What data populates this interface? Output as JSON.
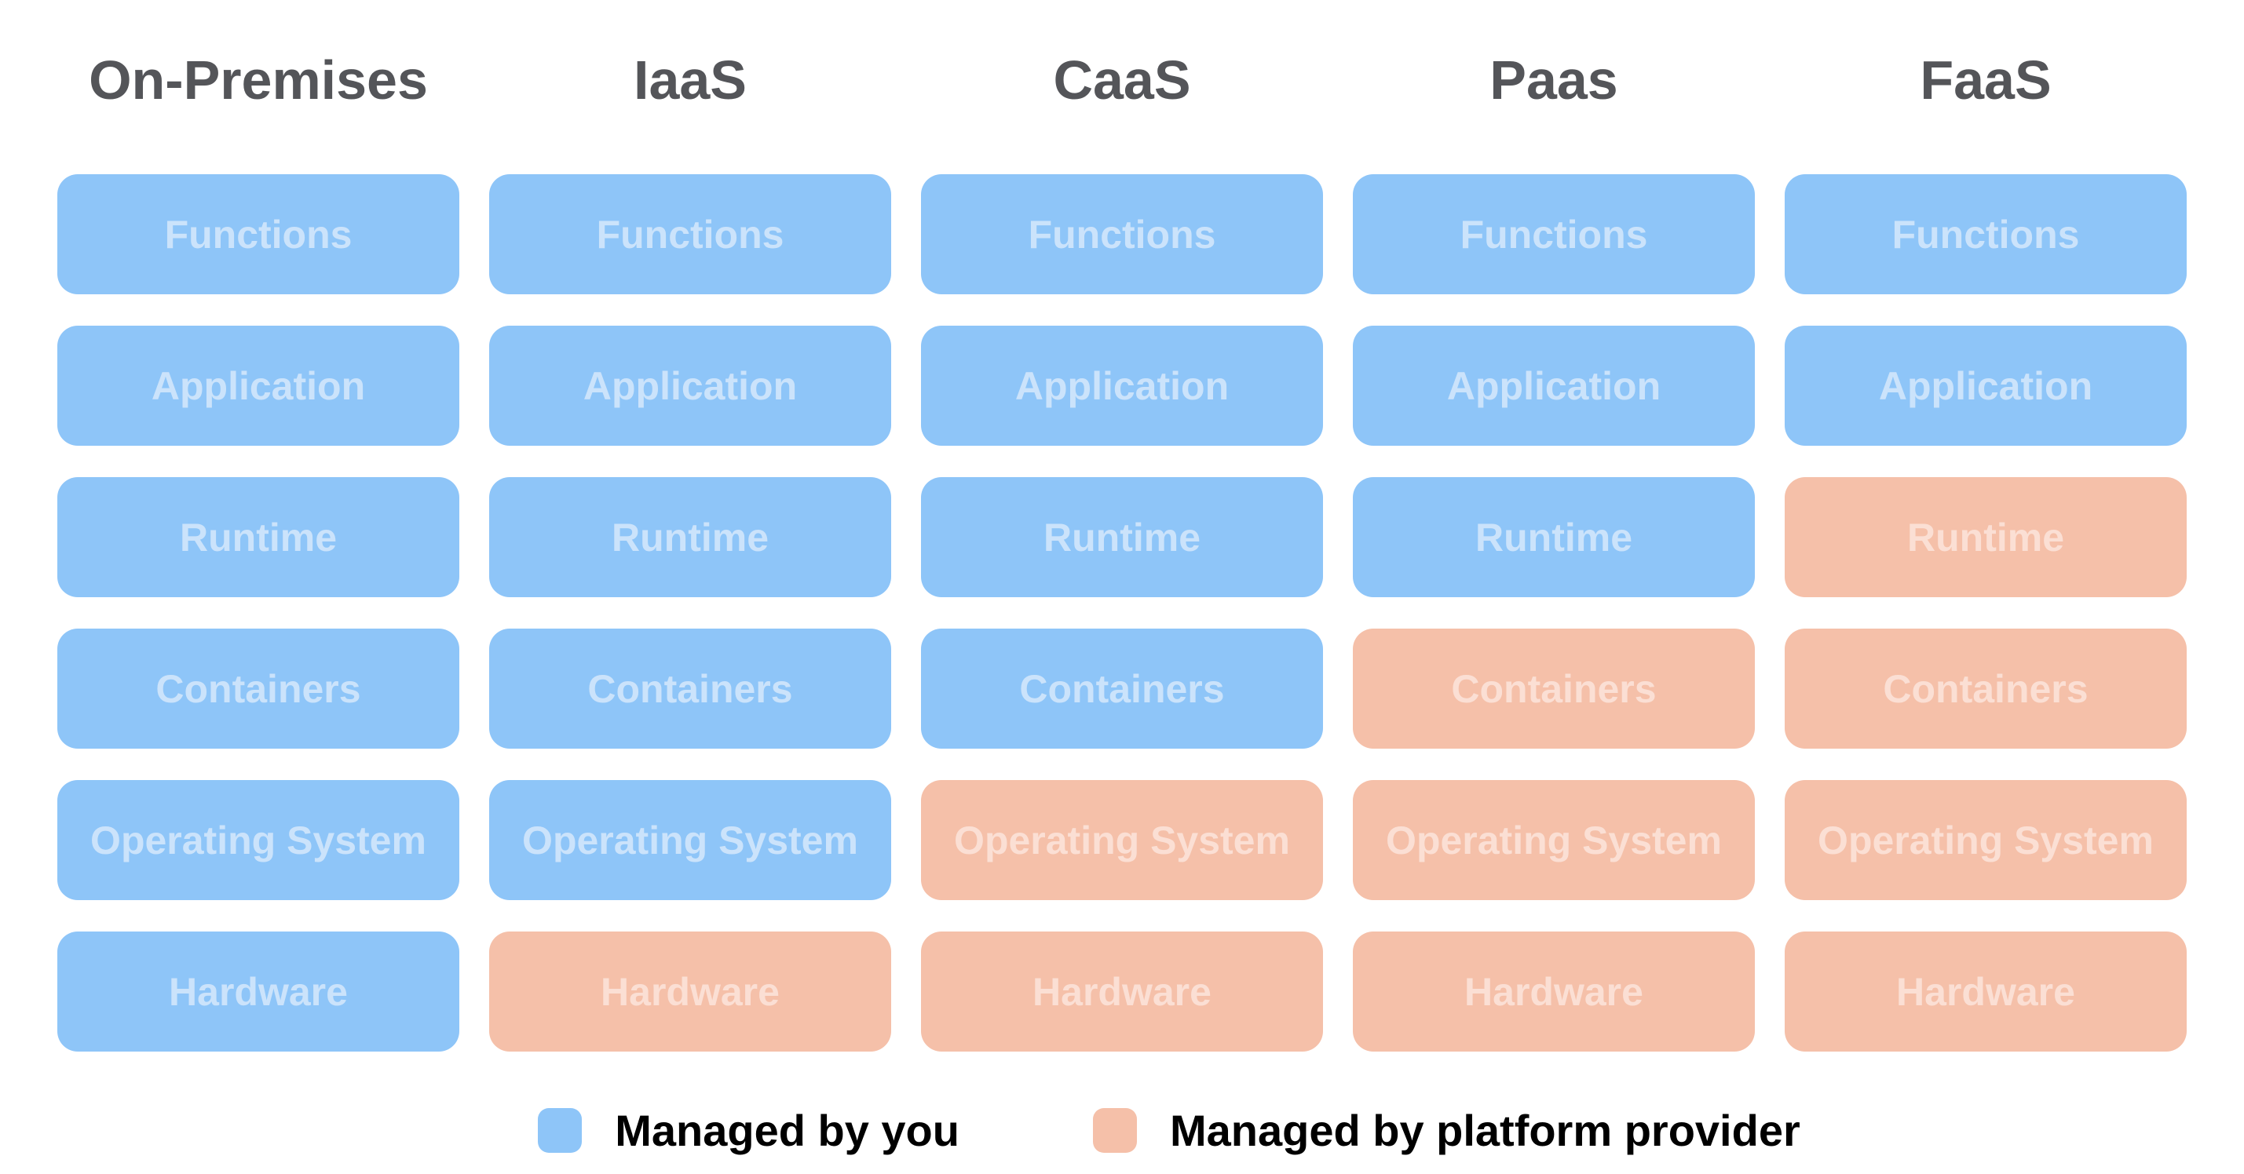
{
  "diagram": {
    "row_labels": [
      "Functions",
      "Application",
      "Runtime",
      "Containers",
      "Operating System",
      "Hardware"
    ],
    "columns": [
      {
        "name": "On-Premises",
        "managed": [
          "you",
          "you",
          "you",
          "you",
          "you",
          "you"
        ]
      },
      {
        "name": "IaaS",
        "managed": [
          "you",
          "you",
          "you",
          "you",
          "you",
          "provider"
        ]
      },
      {
        "name": "CaaS",
        "managed": [
          "you",
          "you",
          "you",
          "you",
          "provider",
          "provider"
        ]
      },
      {
        "name": "Paas",
        "managed": [
          "you",
          "you",
          "you",
          "provider",
          "provider",
          "provider"
        ]
      },
      {
        "name": "FaaS",
        "managed": [
          "you",
          "you",
          "provider",
          "provider",
          "provider",
          "provider"
        ]
      }
    ]
  },
  "legend": {
    "items": [
      {
        "key": "you",
        "label": "Managed by you",
        "color": "#8EC5F8"
      },
      {
        "key": "provider",
        "label": "Managed by platform provider",
        "color": "#F5C0A9"
      }
    ]
  },
  "colors": {
    "managed_you_fill": "#8EC5F8",
    "managed_you_text": "#CBE3FB",
    "managed_provider_fill": "#F5C0A9",
    "managed_provider_text": "#FBDFD4",
    "header_text": "#545559",
    "legend_text": "#000000",
    "background": "#FFFFFF"
  }
}
